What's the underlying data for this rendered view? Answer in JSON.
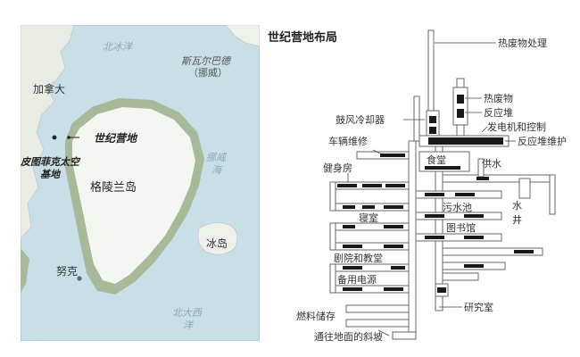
{
  "map": {
    "colors": {
      "ocean": "#c8dfe8",
      "ice": "#f4f6f2",
      "land": "#a7b998",
      "water_label": "#8aa9b4",
      "dark_label": "#222222"
    },
    "labels": {
      "arctic_ocean": "北冰洋",
      "svalbard": "斯瓦尔巴德",
      "svalbard_norway": "（挪威）",
      "canada": "加拿大",
      "camp_century": "世纪营地",
      "pituffik": "皮图菲克太空",
      "pituffik_2": "基地",
      "greenland": "格陵兰岛",
      "norwegian_sea": "挪威",
      "norwegian_sea_2": "海",
      "iceland": "冰岛",
      "nuuk": "努克",
      "north_atlantic": "北大西",
      "north_atlantic_2": "洋"
    }
  },
  "layout": {
    "title": "世纪营地布局",
    "colors": {
      "structure_fill": "#ffffff",
      "structure_stroke": "#666666",
      "building": "#1a1a1a",
      "leader": "#444444"
    },
    "labels": {
      "heat_waste": "热废物处理",
      "hot_waste": "热废物",
      "reactor": "反应堆",
      "generator_control": "发电机和控制",
      "reactor_maintenance": "反应堆维护",
      "blower_cooler": "鼓风冷却器",
      "vehicle_maintenance": "车辆维修",
      "cafeteria": "食堂",
      "water_supply": "供水",
      "gym": "健身房",
      "sewage_pool": "污水池",
      "water_well": "水",
      "water_well_2": "井",
      "dormitory": "寝室",
      "library": "图书馆",
      "theater_church": "剧院和教堂",
      "backup_power": "备用电源",
      "research_lab": "研究室",
      "fuel_storage": "燃料储存",
      "ramp": "通往地面的斜坡"
    }
  }
}
